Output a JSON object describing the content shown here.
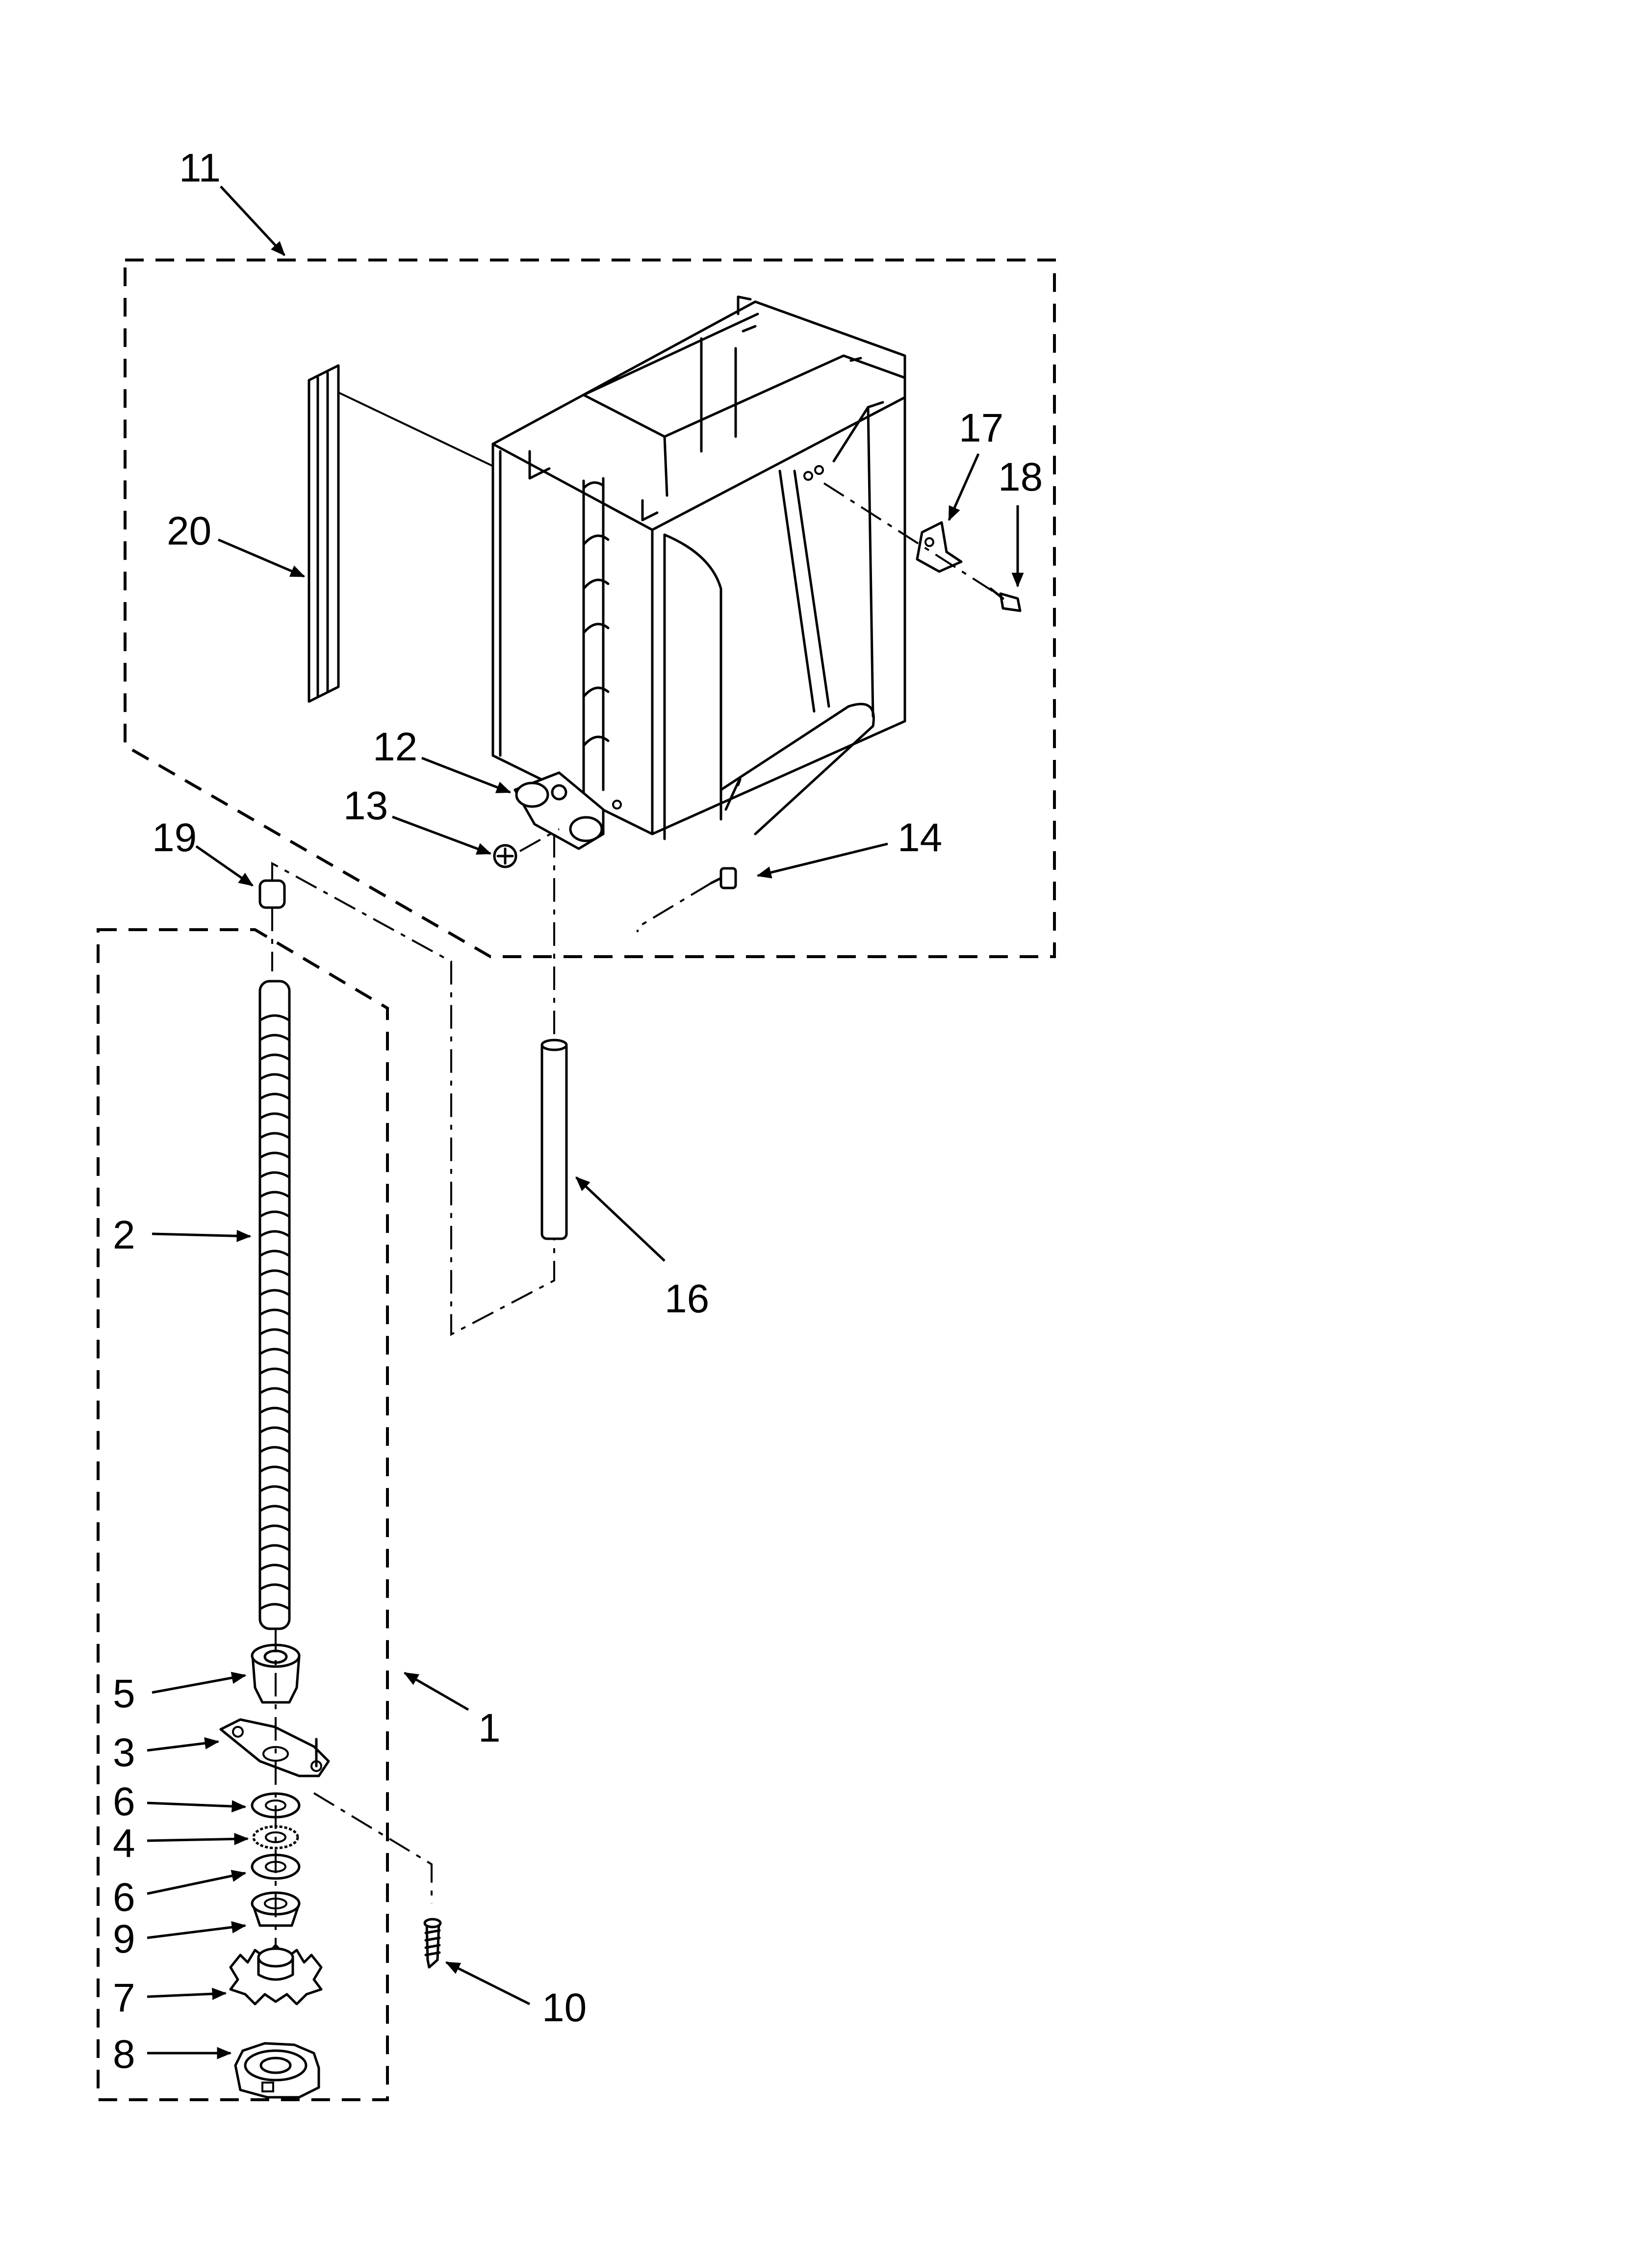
{
  "labels": {
    "n1": "1",
    "n2": "2",
    "n3": "3",
    "n4": "4",
    "n5": "5",
    "n6a": "6",
    "n6b": "6",
    "n7": "7",
    "n8": "8",
    "n9": "9",
    "n10": "10",
    "n11": "11",
    "n12": "12",
    "n13": "13",
    "n14": "14",
    "n16": "16",
    "n17": "17",
    "n18": "18",
    "n19": "19",
    "n20": "20"
  }
}
